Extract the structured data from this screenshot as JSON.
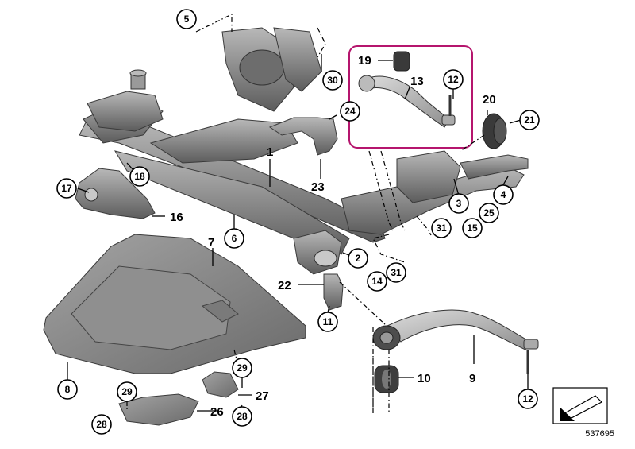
{
  "callouts": {
    "c5": "5",
    "c30": "30",
    "c24": "24",
    "c19": "19",
    "c13": "13",
    "c12a": "12",
    "c20": "20",
    "c21": "21",
    "c1": "1",
    "c17": "17",
    "c18": "18",
    "c16": "16",
    "c6": "6",
    "c23": "23",
    "c3": "3",
    "c4": "4",
    "c25": "25",
    "c15": "15",
    "c31a": "31",
    "c7": "7",
    "c2": "2",
    "c22": "22",
    "c14": "14",
    "c31b": "31",
    "c11": "11",
    "c8": "8",
    "c29a": "29",
    "c29b": "29",
    "c27": "27",
    "c26": "26",
    "c28a": "28",
    "c28b": "28",
    "c10": "10",
    "c9": "9",
    "c12b": "12"
  },
  "diagram_id": "537695",
  "colors": {
    "highlight_box": "#b5156d",
    "part_fill": "#8c8c8c",
    "part_dark": "#555555"
  }
}
